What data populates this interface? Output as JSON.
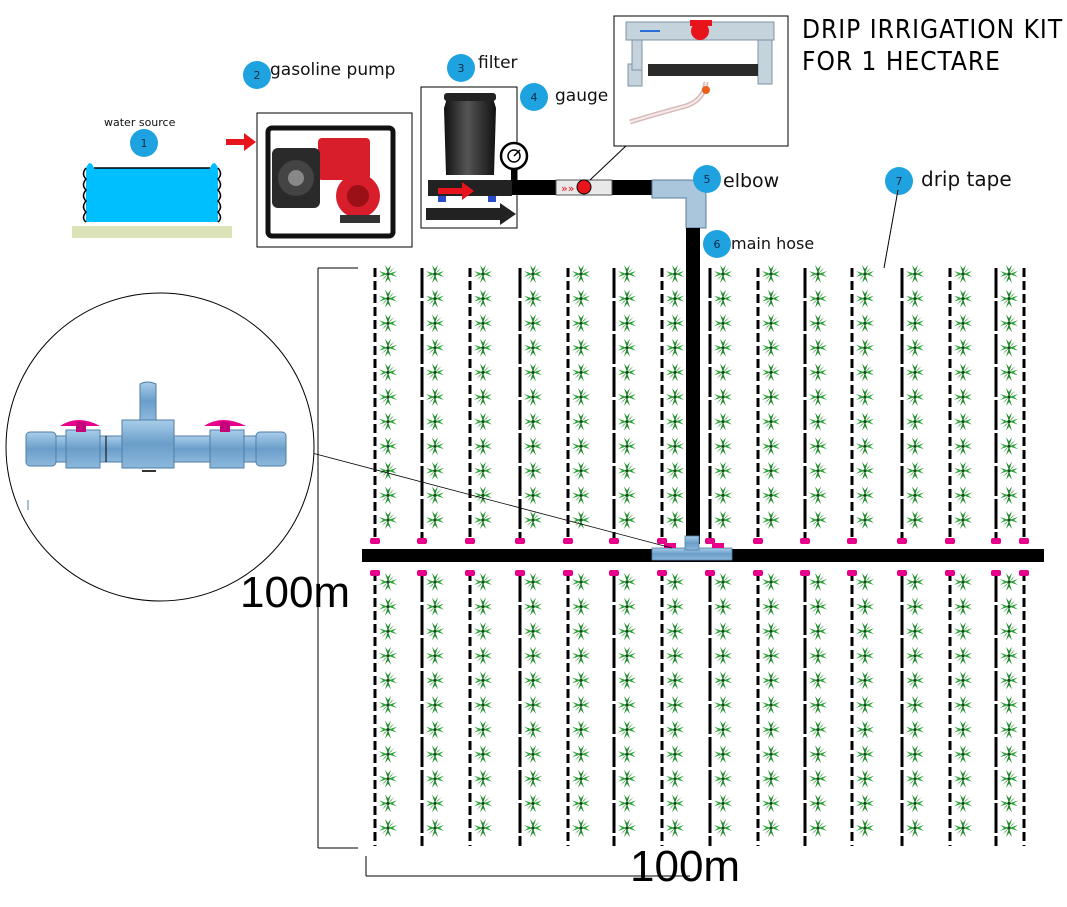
{
  "title": {
    "line1": "DRIP IRRIGATION KIT",
    "line2": "FOR 1 HECTARE"
  },
  "components": [
    {
      "number": "1",
      "label": "water source"
    },
    {
      "number": "2",
      "label": "gasoline pump"
    },
    {
      "number": "3",
      "label": "filter"
    },
    {
      "number": "4",
      "label": "gauge"
    },
    {
      "number": "5",
      "label": "elbow"
    },
    {
      "number": "6",
      "label": "main hose"
    },
    {
      "number": "7",
      "label": "drip tape"
    }
  ],
  "dimensions": {
    "height": "100m",
    "width": "100m"
  },
  "colors": {
    "water": "#00bfff",
    "badge": "#1fa3e0",
    "pipe": "#000000",
    "plant": "#1f8a2a",
    "connector": "#e6008a",
    "valve_body": "#7fb2d9",
    "pump_red": "#d81e2a",
    "arrow_red": "#e8141b"
  }
}
